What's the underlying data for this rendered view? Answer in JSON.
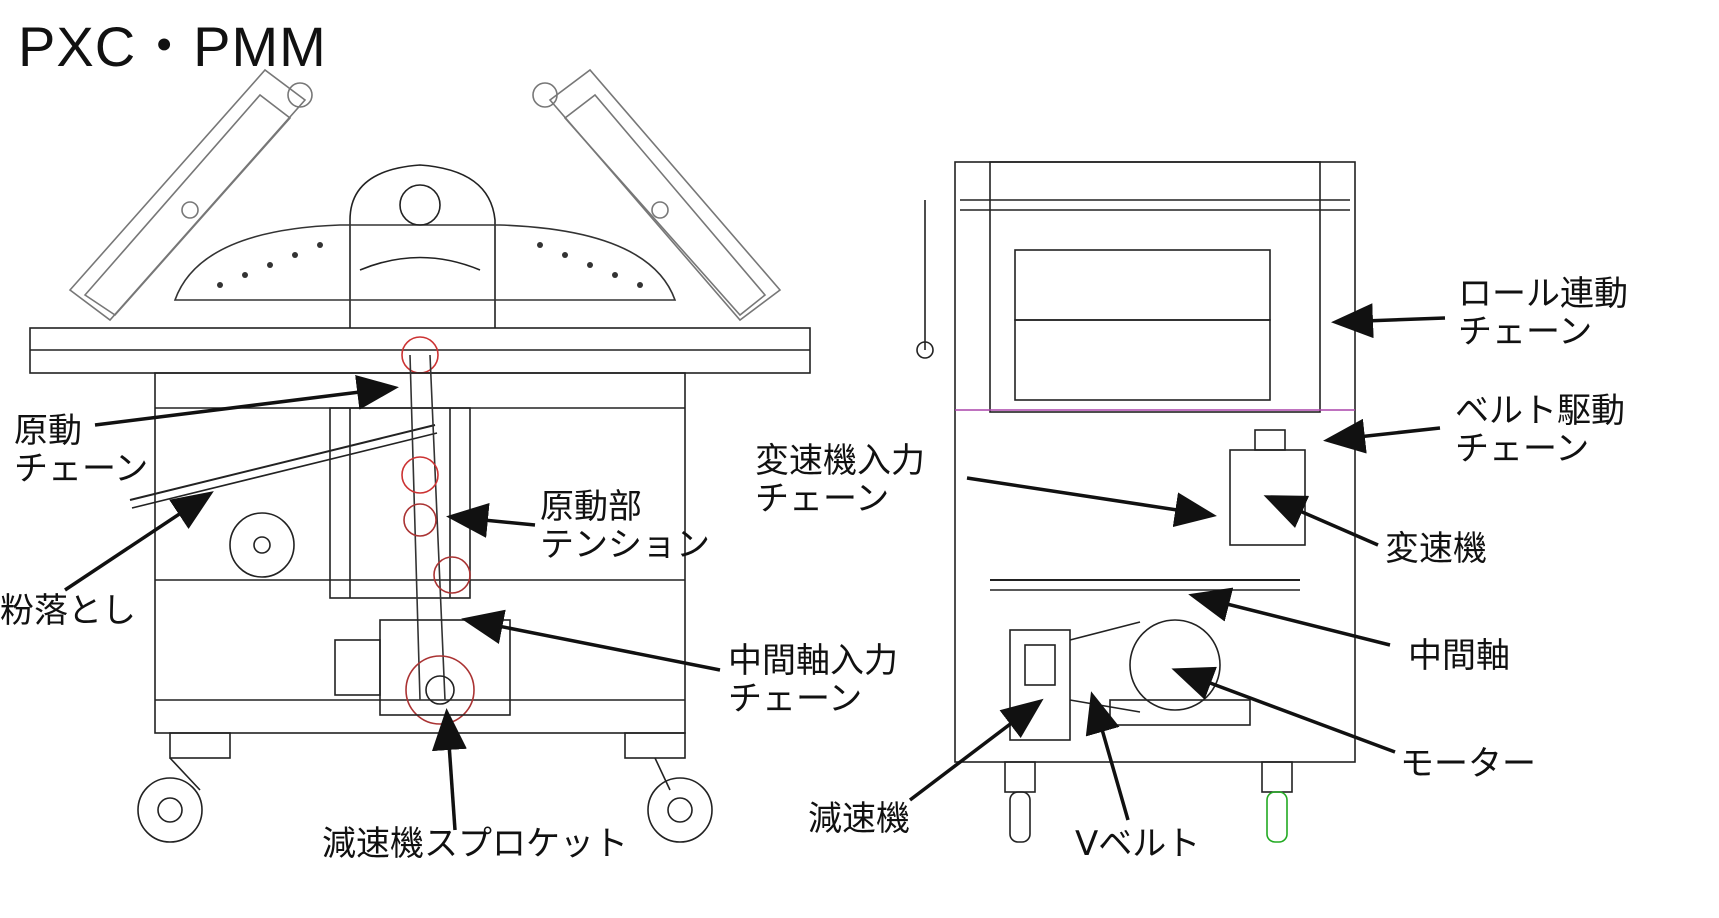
{
  "title": "PXC・PMM",
  "labels": {
    "gendo_chain": "原動\nチェーン",
    "konaotoshi": "粉落とし",
    "gendobu_tension": "原動部\nテンション",
    "chukanjiku_input_chain": "中間軸入力\nチェーン",
    "gensokuki_sprocket": "減速機スプロケット",
    "roll_rendo_chain": "ロール連動\nチェーン",
    "belt_kudo_chain": "ベルト駆動\nチェーン",
    "hensokuki_input_chain": "変速機入力\nチェーン",
    "hensokuki": "変速機",
    "chukanjiku": "中間軸",
    "motor": "モーター",
    "gensokuki": "減速機",
    "v_belt": "Vベルト"
  }
}
